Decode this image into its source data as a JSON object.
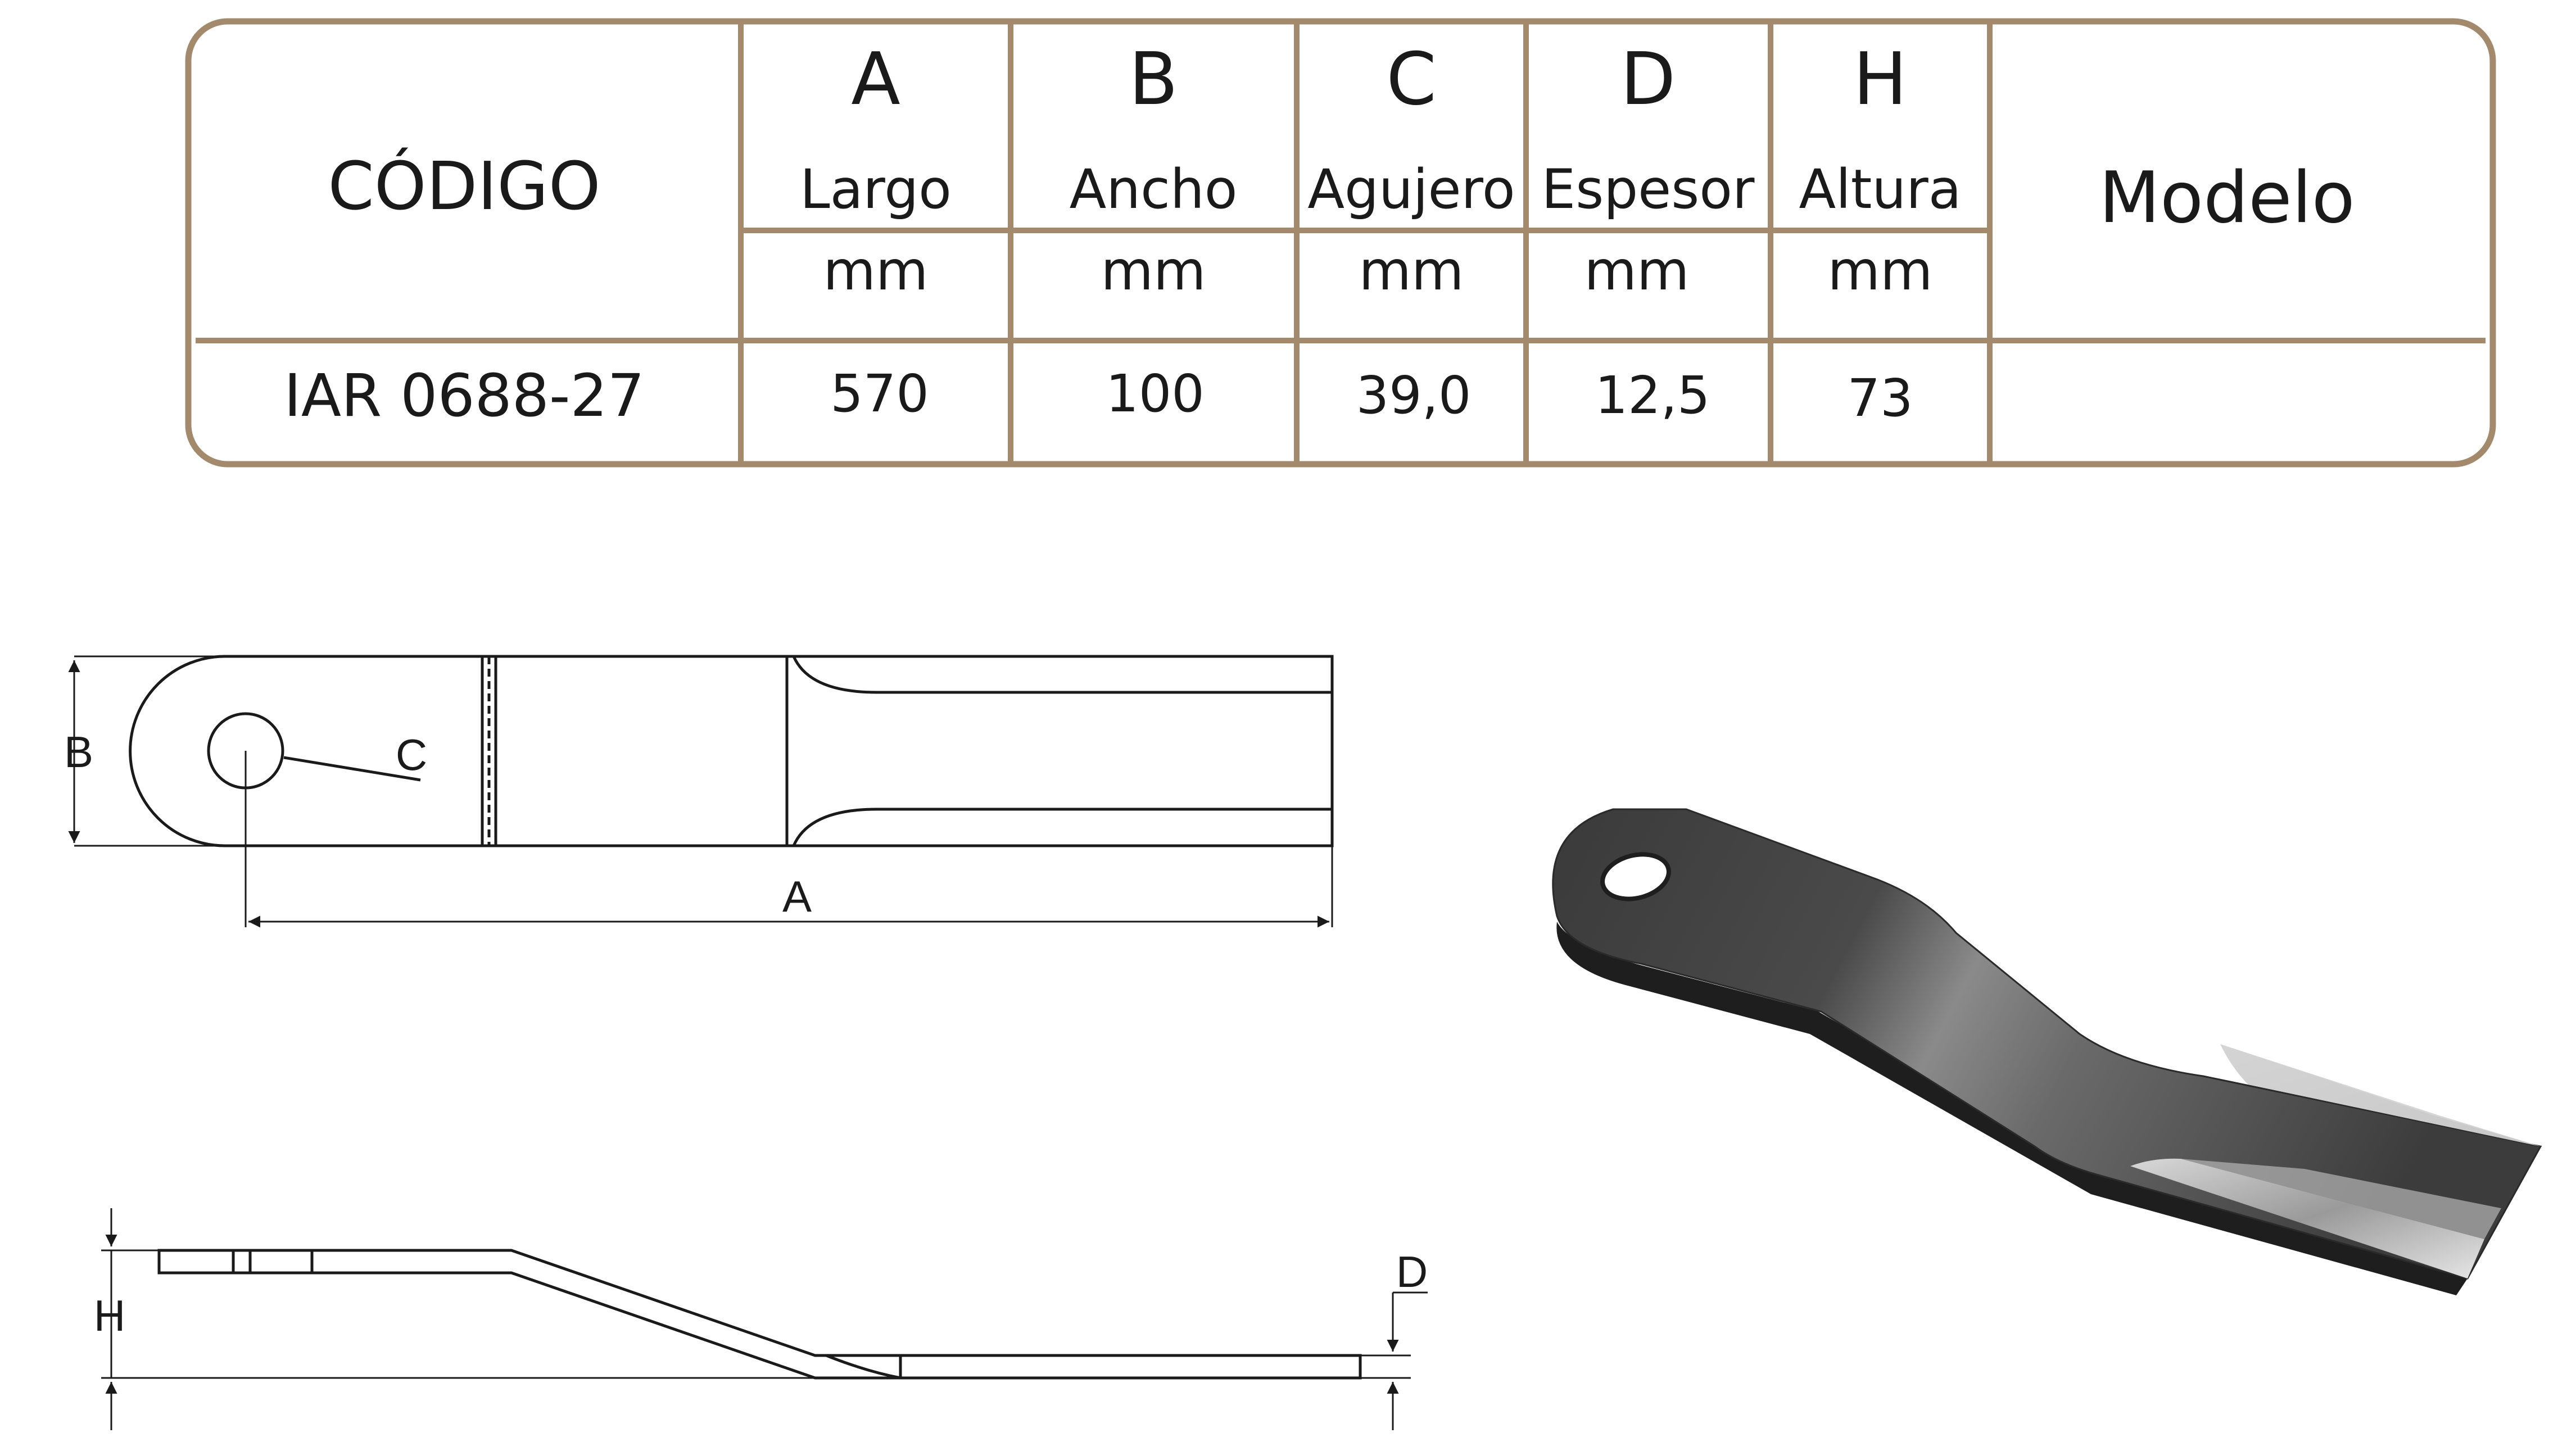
{
  "table": {
    "codigo_header": "CÓDIGO",
    "modelo_header": "Modelo",
    "columns": [
      {
        "letter": "A",
        "name": "Largo",
        "unit": "mm"
      },
      {
        "letter": "B",
        "name": "Ancho",
        "unit": "mm"
      },
      {
        "letter": "C",
        "name": "Agujero",
        "unit": "mm"
      },
      {
        "letter": "D",
        "name": "Espesor",
        "unit": "mm"
      },
      {
        "letter": "H",
        "name": "Altura",
        "unit": "mm"
      }
    ],
    "row": {
      "codigo": "IAR 0688-27",
      "values": [
        "570",
        "100",
        "39,0",
        "12,5",
        "73"
      ],
      "modelo": ""
    },
    "border_color": "#a48a6c"
  },
  "drawing_labels": {
    "top_view": {
      "width": "B",
      "hole": "C",
      "length": "A"
    },
    "side_view": {
      "height": "H",
      "thickness": "D"
    }
  }
}
